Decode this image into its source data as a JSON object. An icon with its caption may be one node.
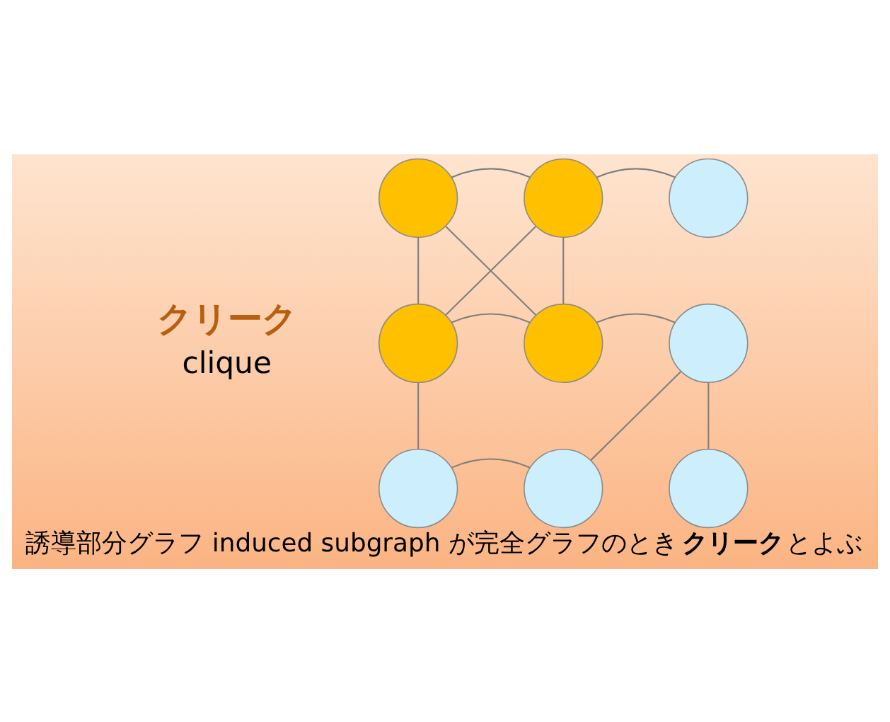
{
  "diagram": {
    "caption": "誘導部分グラフ induced subgraph が完全グラフのとき**クリーク**とよぶ",
    "nodes": [
      {
        "text": [],
        "shape": "circle"
      },
      {
        "text": [],
        "shape": "circle"
      },
      {
        "text": [],
        "shape": "circle"
      },
      {
        "text": [],
        "shape": "circle"
      },
      {
        "text": [],
        "shape": "circle"
      },
      {
        "text": [],
        "shape": "circle"
      },
      {
        "text": [],
        "shape": "circle"
      },
      {
        "text": [],
        "shape": "circle"
      },
      {
        "text": [],
        "shape": "circle"
      }
    ],
    "edges": [
      {
        "from": 0,
        "to": 1,
        "arrow": "none"
      },
      {
        "from": 1,
        "to": 2,
        "arrow": "none"
      },
      {
        "from": 0,
        "to": 3,
        "arrow": "none"
      },
      {
        "from": 0,
        "to": 4,
        "arrow": "none"
      },
      {
        "from": 1,
        "to": 3,
        "arrow": "none"
      },
      {
        "from": 1,
        "to": 4,
        "arrow": "none"
      },
      {
        "from": 3,
        "to": 4,
        "arrow": "none"
      },
      {
        "from": 4,
        "to": 5,
        "arrow": "none"
      },
      {
        "from": 3,
        "to": 6,
        "arrow": "none"
      },
      {
        "from": 6,
        "to": 7,
        "arrow": "none"
      },
      {
        "from": 7,
        "to": 5,
        "arrow": "none"
      },
      {
        "from": 5,
        "to": 8,
        "arrow": "none"
      }
    ],
    "labels": [
      "クリーク",
      "clique"
    ]
  }
}
